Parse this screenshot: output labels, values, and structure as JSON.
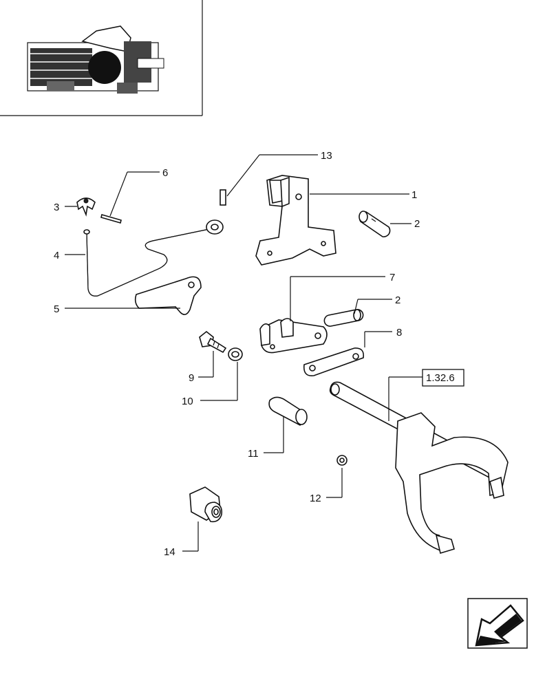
{
  "callouts": {
    "c1": "1",
    "c2a": "2",
    "c2b": "2",
    "c3": "3",
    "c4": "4",
    "c5": "5",
    "c6": "6",
    "c7": "7",
    "c8": "8",
    "c9": "9",
    "c10": "10",
    "c11": "11",
    "c12": "12",
    "c13": "13",
    "c14": "14",
    "ref": "1.32.6"
  },
  "icons": {
    "thumbnail": "transmission-assembly-thumbnail",
    "nav": "arrow-southwest-icon"
  }
}
